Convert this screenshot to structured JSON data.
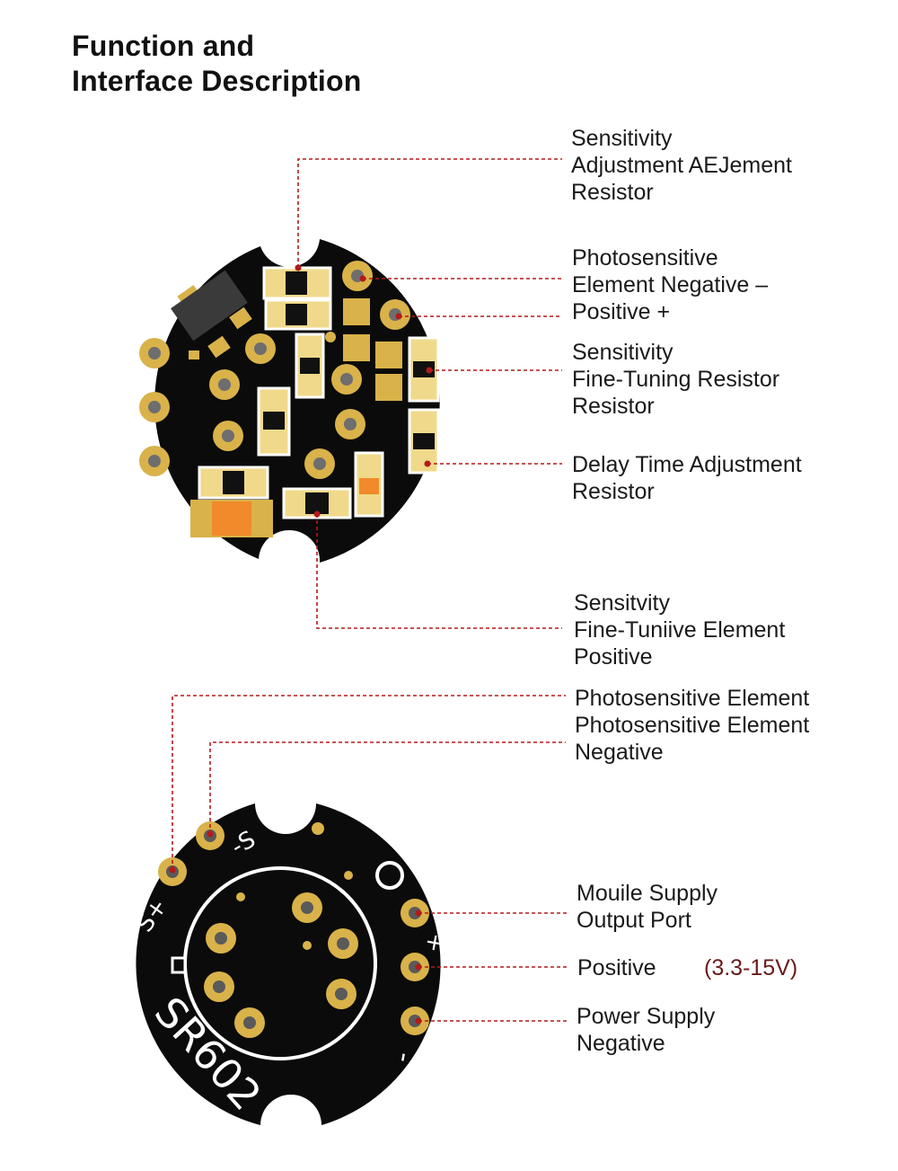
{
  "title": [
    "Function and",
    "Interface Description"
  ],
  "top_labels": [
    [
      "Sensitivity",
      "Adjustment AEJement",
      "Resistor"
    ],
    [
      "Photosensitive",
      "Element Negative –",
      "Positive +"
    ],
    [
      "Sensitivity",
      "Fine-Tuning Resistor",
      "Resistor"
    ],
    [
      "Delay Time Adjustment",
      "Resistor"
    ],
    [
      "Sensitvity",
      "Fine-Tuniive Element",
      "Positive"
    ]
  ],
  "bottom_labels": [
    [
      "Photosensitive Element",
      "Photosensitive Element",
      "Negative"
    ],
    [
      "Mouile Supply",
      "Output Port"
    ],
    [
      "Positive"
    ],
    [
      "Power Supply",
      "Negative"
    ]
  ],
  "voltage": "(3.3-15V)",
  "silkscreen": {
    "s_plus": "S+",
    "s_minus": "-S",
    "plus": "+",
    "minus": "-",
    "model": "SR602"
  },
  "colors": {
    "pcb": "#0b0b0b",
    "pad_gold": "#d9b24a",
    "pad_light": "#f0d98a",
    "leader_line": "#b31b1b",
    "component_orange": "#f08a2a",
    "silkscreen": "#ffffff"
  }
}
